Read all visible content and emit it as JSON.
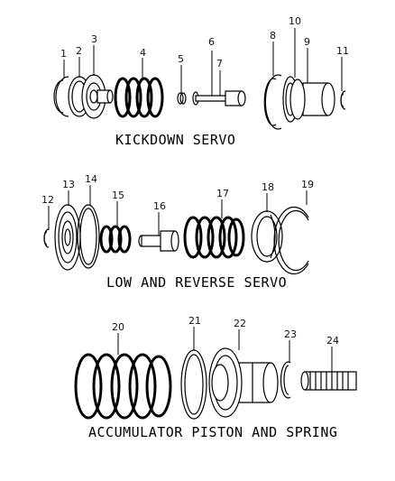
{
  "sections": {
    "kickdown_caption": "KICKDOWN SERVO",
    "low_reverse_caption": "LOW AND REVERSE SERVO",
    "accumulator_caption": "ACCUMULATOR PISTON AND SPRING"
  },
  "callouts": {
    "c1": "1",
    "c2": "2",
    "c3": "3",
    "c4": "4",
    "c5": "5",
    "c6": "6",
    "c7": "7",
    "c8": "8",
    "c9": "9",
    "c10": "10",
    "c11": "11",
    "c12": "12",
    "c13": "13",
    "c14": "14",
    "c15": "15",
    "c16": "16",
    "c17": "17",
    "c18": "18",
    "c19": "19",
    "c20": "20",
    "c21": "21",
    "c22": "22",
    "c23": "23",
    "c24": "24"
  }
}
